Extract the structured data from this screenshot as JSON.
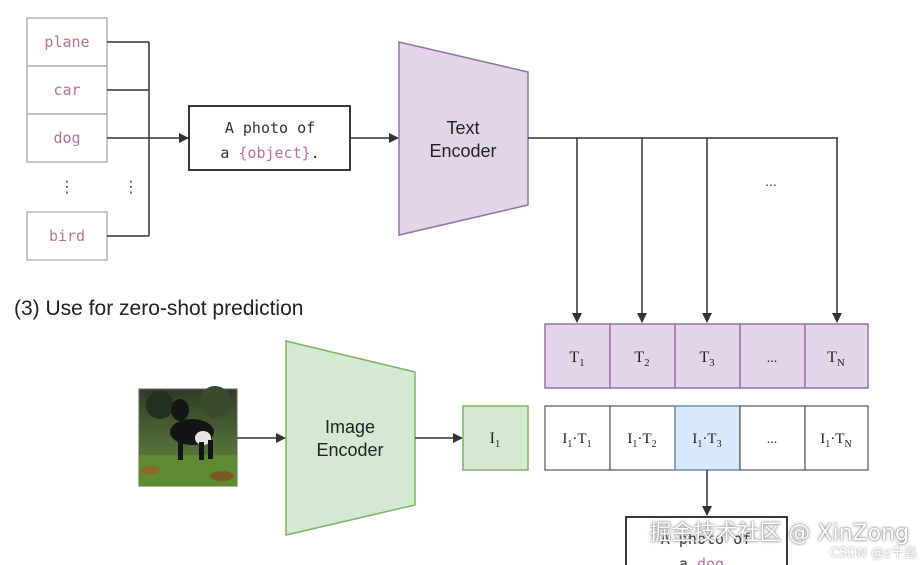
{
  "colors": {
    "label_box_border": "#b3b3b3",
    "label_text": "#b5739d",
    "arrow": "#333333",
    "text_encoder_fill": "#e1d5e7",
    "text_encoder_stroke": "#9673a6",
    "image_encoder_fill": "#d5e8d4",
    "image_encoder_stroke": "#82b366",
    "highlight_fill": "#dae8fc",
    "highlight_stroke": "#6c8ebf"
  },
  "labels": {
    "items": [
      "plane",
      "car",
      "dog",
      "bird"
    ],
    "vdots": "⋮"
  },
  "template": {
    "line1": "A photo of",
    "line2_prefix": "a ",
    "line2_placeholder": "{object}",
    "line2_suffix": "."
  },
  "text_encoder": {
    "line1": "Text",
    "line2": "Encoder"
  },
  "image_encoder": {
    "line1": "Image",
    "line2": "Encoder"
  },
  "branch_ellipsis": "...",
  "section_title": "(3) Use for zero-shot prediction",
  "text_embeddings": [
    {
      "base": "T",
      "sub": "1"
    },
    {
      "base": "T",
      "sub": "2"
    },
    {
      "base": "T",
      "sub": "3"
    },
    {
      "base": "...",
      "sub": ""
    },
    {
      "base": "T",
      "sub": "N"
    }
  ],
  "image_embedding": {
    "base": "I",
    "sub": "1"
  },
  "products": [
    {
      "a": "I",
      "asub": "1",
      "b": "T",
      "bsub": "1",
      "highlight": false
    },
    {
      "a": "I",
      "asub": "1",
      "b": "T",
      "bsub": "2",
      "highlight": false
    },
    {
      "a": "I",
      "asub": "1",
      "b": "T",
      "bsub": "3",
      "highlight": true
    },
    {
      "a": "...",
      "asub": "",
      "b": "",
      "bsub": "",
      "highlight": false
    },
    {
      "a": "I",
      "asub": "1",
      "b": "T",
      "bsub": "N",
      "highlight": false
    }
  ],
  "output": {
    "line1": "A photo of",
    "line2_prefix": "a ",
    "line2_word": "dog",
    "line2_suffix": "."
  },
  "image_icon": "dog-photo",
  "watermark": {
    "main": "掘金技术社区 @ XinZong",
    "sub": "CSDN @z千鑫"
  }
}
